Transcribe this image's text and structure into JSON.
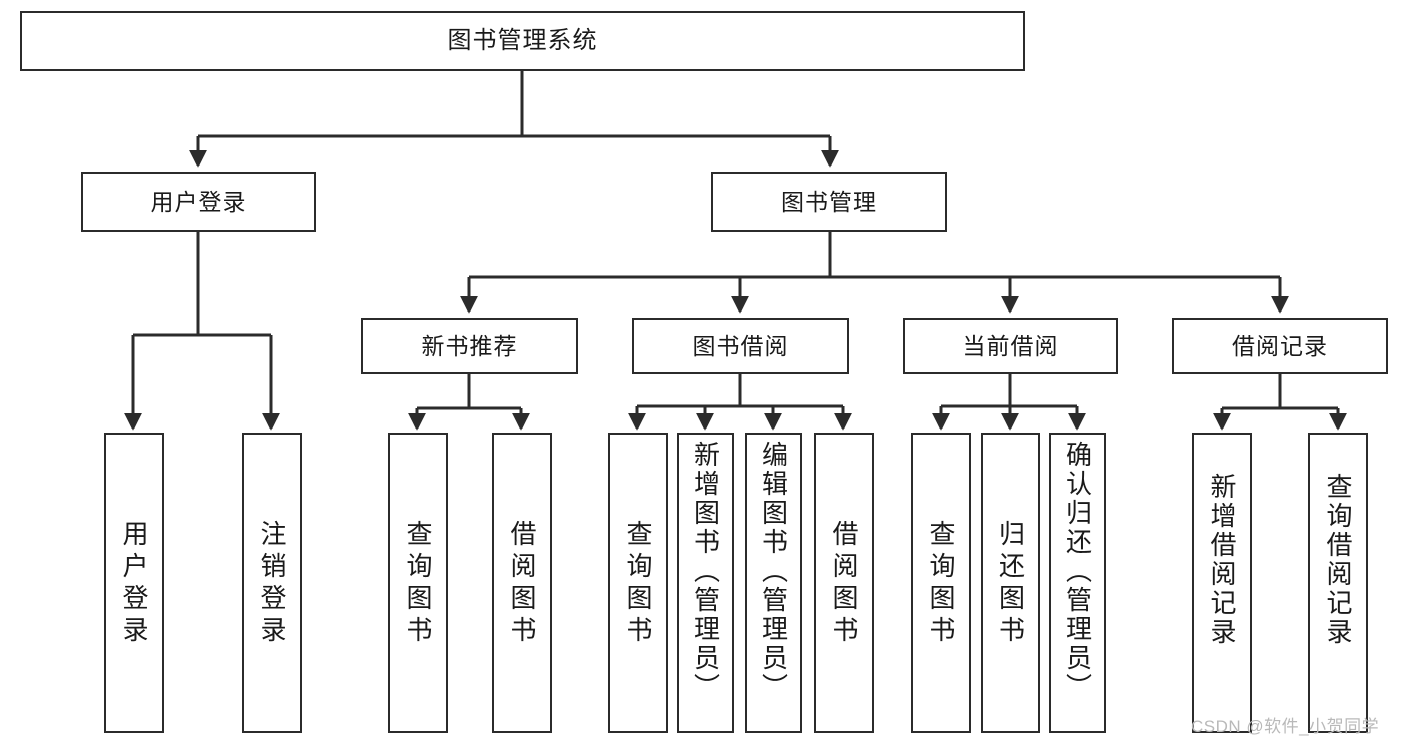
{
  "diagram": {
    "type": "tree",
    "title": "图书管理系统",
    "watermark": "CSDN @软件_小贺同学",
    "colors": {
      "box_border": "#2b2b2b",
      "box_fill": "#ffffff",
      "edge": "#2b2b2b",
      "text": "#1a1a1a",
      "watermark": "#b9b9b9",
      "background": "#ffffff"
    },
    "nodes": {
      "root": {
        "label": "图书管理系统"
      },
      "level2": [
        {
          "id": "user_login",
          "label": "用户登录"
        },
        {
          "id": "book_manage",
          "label": "图书管理"
        }
      ],
      "level3": [
        {
          "id": "new_book_rec",
          "label": "新书推荐"
        },
        {
          "id": "book_borrow",
          "label": "图书借阅"
        },
        {
          "id": "current_borrow",
          "label": "当前借阅"
        },
        {
          "id": "borrow_record",
          "label": "借阅记录"
        }
      ],
      "leaves": {
        "user_login": [
          {
            "id": "leaf_user_login",
            "label": "用户登录"
          },
          {
            "id": "leaf_user_logout",
            "label": "注销登录"
          }
        ],
        "new_book_rec": [
          {
            "id": "leaf_query_book_1",
            "label": "查询图书"
          },
          {
            "id": "leaf_borrow_book_1",
            "label": "借阅图书"
          }
        ],
        "book_borrow": [
          {
            "id": "leaf_query_book_2",
            "label": "查询图书"
          },
          {
            "id": "leaf_add_book",
            "label": "新增图书（管理员）"
          },
          {
            "id": "leaf_edit_book",
            "label": "编辑图书（管理员）"
          },
          {
            "id": "leaf_borrow_book_2",
            "label": "借阅图书"
          }
        ],
        "current_borrow": [
          {
            "id": "leaf_query_book_3",
            "label": "查询图书"
          },
          {
            "id": "leaf_return_book",
            "label": "归还图书"
          },
          {
            "id": "leaf_confirm_return",
            "label": "确认归还（管理员）"
          }
        ],
        "borrow_record": [
          {
            "id": "leaf_add_record",
            "label": "新增借阅记录"
          },
          {
            "id": "leaf_query_record",
            "label": "查询借阅记录"
          }
        ]
      }
    }
  }
}
